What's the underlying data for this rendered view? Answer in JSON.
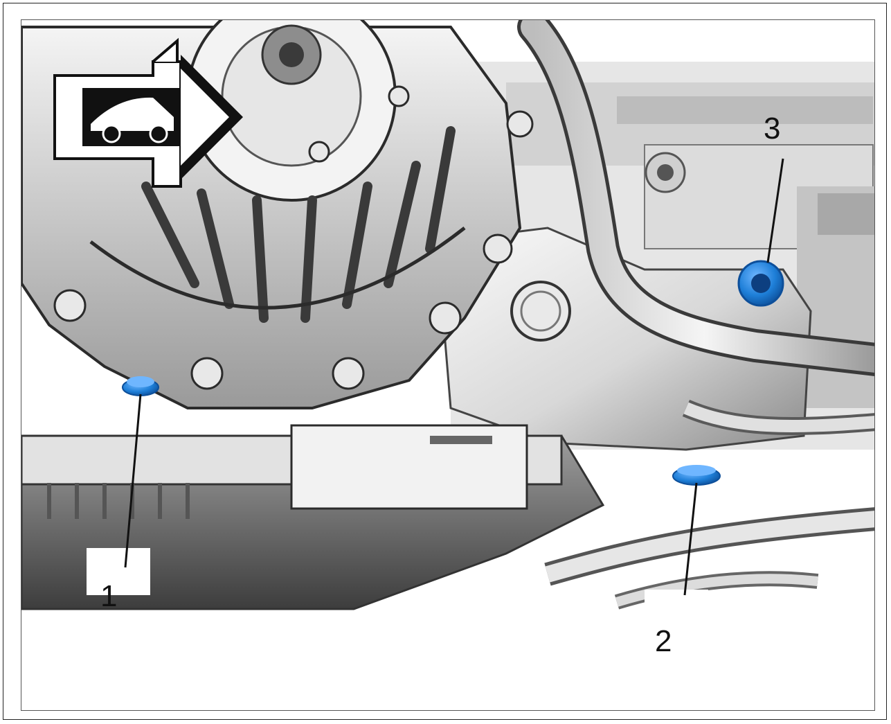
{
  "figure": {
    "callouts": [
      {
        "id": "1",
        "label": "1"
      },
      {
        "id": "2",
        "label": "2"
      },
      {
        "id": "3",
        "label": "3"
      }
    ],
    "colors": {
      "plug": "#1e7fd8",
      "plug_dark": "#0d4f9a",
      "housing_light": "#f0f0f0",
      "housing_mid": "#c9c9c9",
      "housing_dark": "#5a5a5a",
      "outline": "#2b2b2b"
    },
    "icons": {
      "direction": "vehicle-forward-arrow-icon"
    }
  }
}
